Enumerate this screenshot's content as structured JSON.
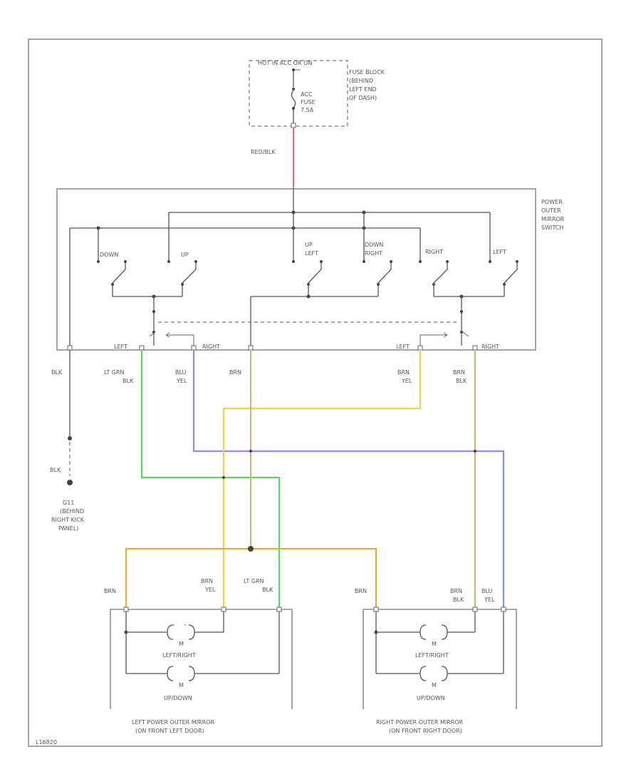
{
  "colors": {
    "red": "#e8707a",
    "green": "#5fd35f",
    "blue": "#8c8cf0",
    "yellow": "#f2d34a",
    "orange": "#e0b030",
    "tan": "#c8b878",
    "black": "#555555"
  },
  "fuse_block": {
    "hot_label": "HOT IN ACC OR ON",
    "fuse_label": [
      "ACC",
      "FUSE",
      "7.5A"
    ],
    "location": [
      "FUSE BLOCK",
      "(BEHIND",
      "LEFT END",
      "OF DASH)"
    ]
  },
  "wires": {
    "feed": "RED/BLK",
    "ground": "BLK",
    "ground2": "BLK",
    "left_lr": [
      "LT GRN",
      "BLK"
    ],
    "right_ud": [
      "BLU",
      "YEL"
    ],
    "common": "BRN",
    "left_ud": [
      "BRN",
      "YEL"
    ],
    "right_lr": [
      "BRN",
      "BLK"
    ]
  },
  "switch": {
    "title": [
      "POWER",
      "OUTER",
      "MIRROR",
      "SWITCH"
    ],
    "contacts": [
      "DOWN",
      "UP",
      "UP",
      "LEFT",
      "DOWN",
      "RIGHT",
      "RIGHT",
      "LEFT"
    ],
    "left_sel": "LEFT",
    "right_sel": "RIGHT",
    "left_sel2": "LEFT",
    "right_sel2": "RIGHT"
  },
  "ground_point": [
    "G11",
    "(BEHIND",
    "RIGHT KICK",
    "PANEL)"
  ],
  "left_mirror": {
    "wire_brn": "BRN",
    "wire_brnyel": [
      "BRN",
      "YEL"
    ],
    "wire_ltgrn": [
      "LT GRN",
      "BLK"
    ],
    "motor_symbol_1": "M",
    "motor_1": "LEFT/RIGHT",
    "motor_symbol_2": "M",
    "motor_2": "UP/DOWN",
    "title": [
      "LEFT POWER OUTER MIRROR",
      "(ON FRONT LEFT DOOR)"
    ]
  },
  "right_mirror": {
    "wire_brn": "BRN",
    "wire_brnblk": [
      "BRN",
      "BLK"
    ],
    "wire_bluyel": [
      "BLU",
      "YEL"
    ],
    "motor_symbol_1": "M",
    "motor_1": "LEFT/RIGHT",
    "motor_symbol_2": "M",
    "motor_2": "UP/DOWN",
    "title": [
      "RIGHT POWER OUTER MIRROR",
      "(ON FRONT RIGHT DOOR)"
    ]
  },
  "footer_code": "L16820"
}
